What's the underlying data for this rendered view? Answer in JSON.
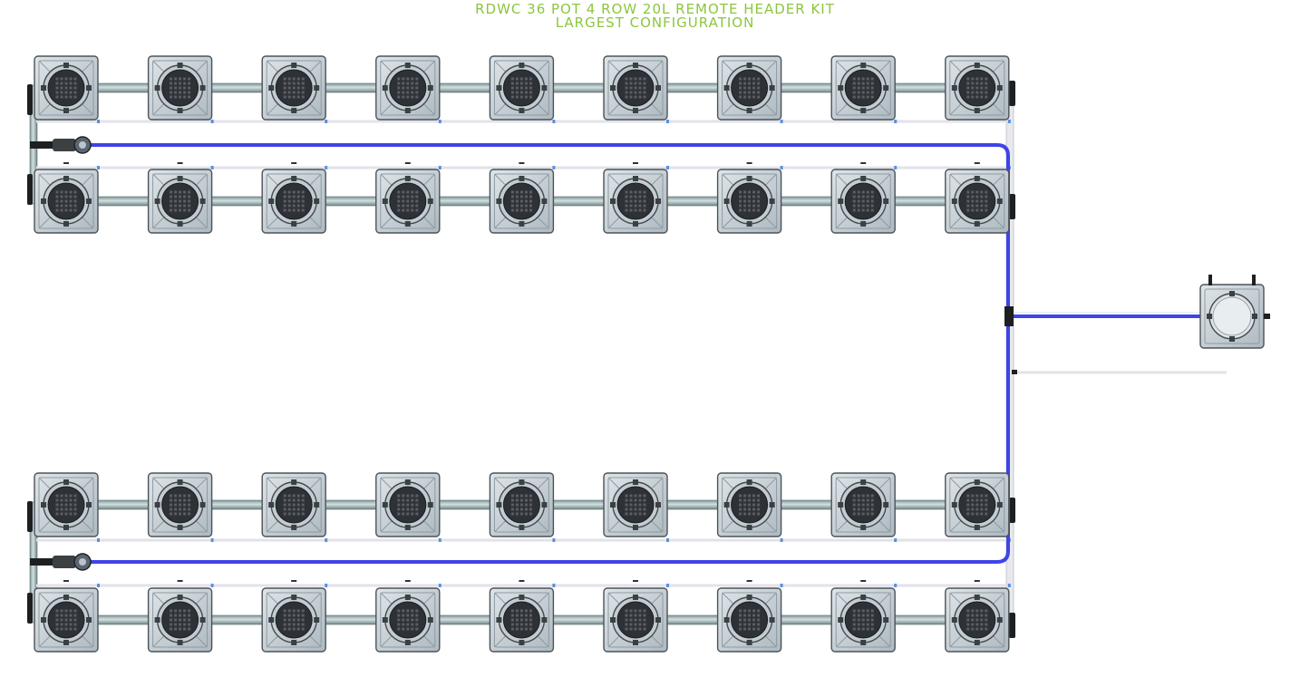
{
  "title": {
    "line1": "RDWC 36 POT 4 ROW 20L REMOTE HEADER KIT",
    "line2": "LARGEST CONFIGURATION"
  },
  "layout_summary": {
    "rows": 4,
    "pots_per_row": 9
  },
  "colors": {
    "title": "#8cc63f",
    "pot_body": "#c9d2d8",
    "pot_edge": "#4b5359",
    "pot_face": "#2e3236",
    "pipe": "#9fb4b6",
    "supply_line": "#3f44e6",
    "return_line": "#e2e2ea",
    "header_tank_lid": "#dde3e6"
  }
}
